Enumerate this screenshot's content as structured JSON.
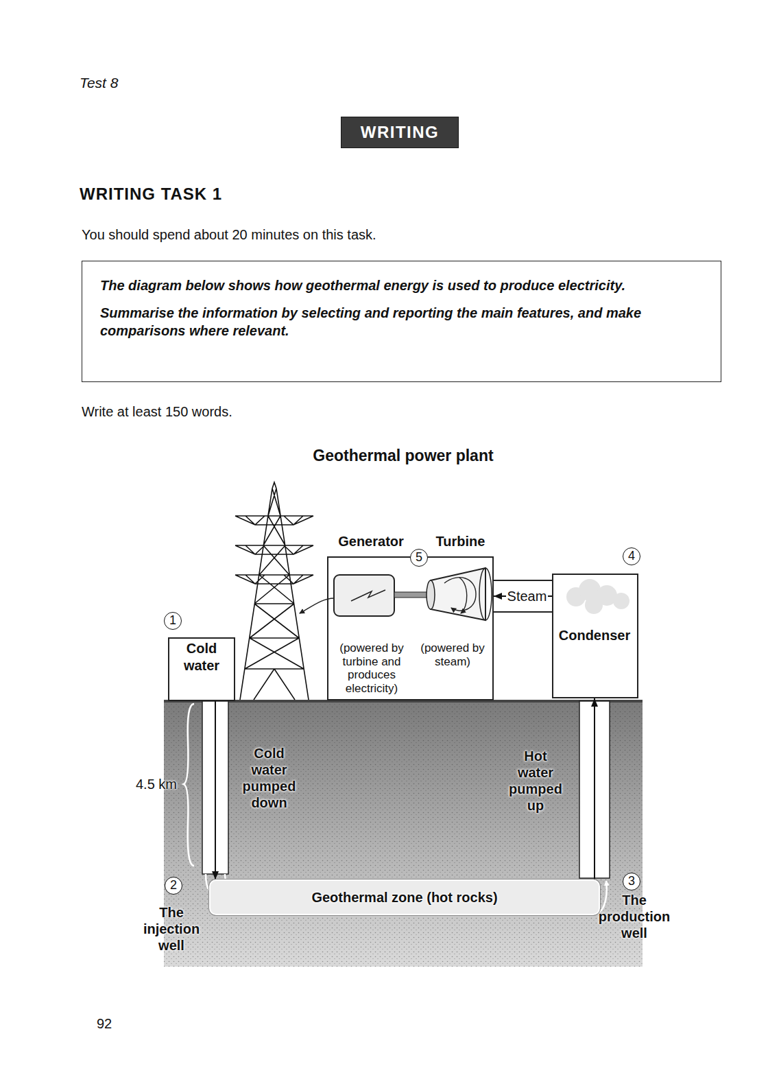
{
  "diagram": {
    "title": "Geothermal power plant",
    "nodes": [
      {
        "text": [
          "WRITING"
        ]
      },
      {
        "text": [
          "The diagram below shows how geothermal energy is used to produce electricity.",
          "Summarise the information by selecting and reporting the main features, and make comparisons where relevant."
        ]
      },
      {
        "text": [
          "Generator",
          "Turbine",
          "(powered by turbine and produces electricity)",
          "(powered by steam)"
        ]
      },
      {
        "text": [
          "Cold water"
        ]
      },
      {
        "text": [
          "Condenser"
        ]
      },
      {
        "text": [
          "Geothermal zone (hot rocks)"
        ]
      }
    ],
    "edges": [
      {
        "from": 3,
        "to": 5,
        "arrow": "to"
      },
      {
        "from": 5,
        "to": 4,
        "arrow": "to"
      },
      {
        "from": 4,
        "to": 2,
        "arrow": "to",
        "label": "Steam"
      }
    ],
    "labels": [
      "Test 8",
      "WRITING TASK 1",
      "You should spend about 20 minutes on this task.",
      "Write at least 150 words.",
      "5",
      "4",
      "1",
      "Cold water pumped down",
      "Hot water pumped up",
      "4.5 km",
      "2",
      "3",
      "The injection well",
      "The production well",
      "92"
    ]
  }
}
